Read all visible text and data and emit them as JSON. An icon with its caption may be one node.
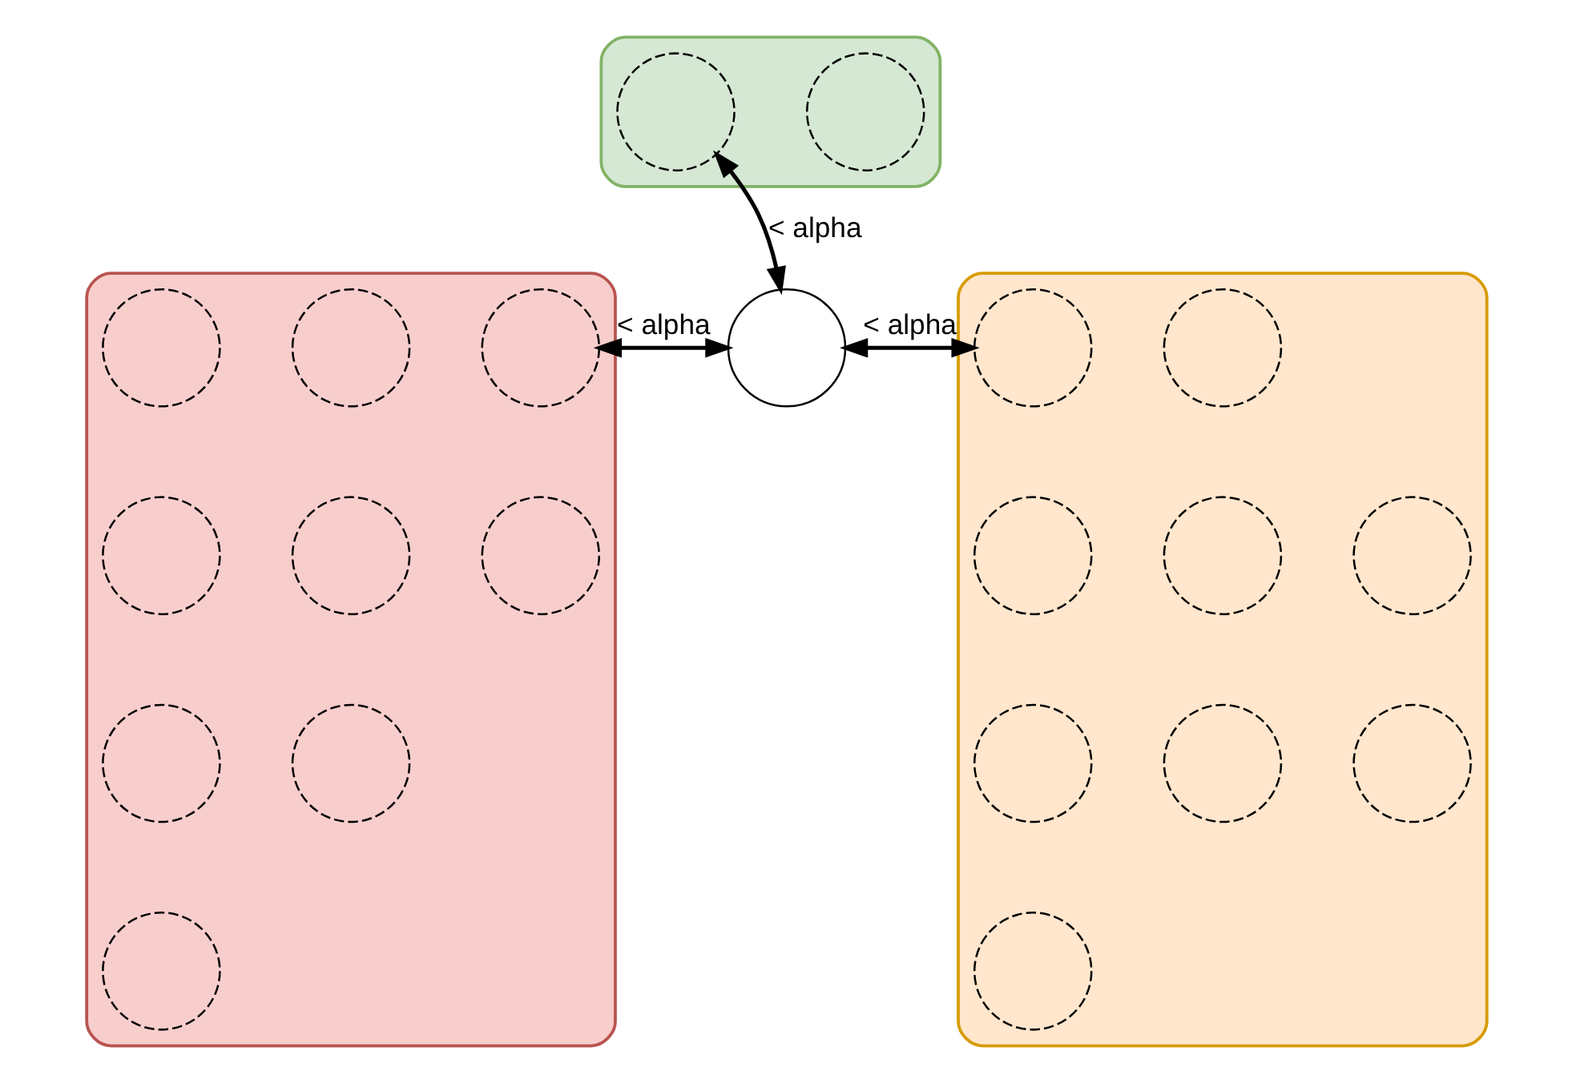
{
  "diagram": {
    "nodes": [
      {
        "text": [],
        "shape": "ellipse"
      },
      {
        "text": [],
        "shape": "circle",
        "in": 0
      },
      {
        "text": [],
        "shape": "circle",
        "in": 0
      },
      {
        "text": [],
        "shape": "ellipse"
      },
      {
        "text": [],
        "shape": "circle",
        "in": 3
      },
      {
        "text": [],
        "shape": "circle",
        "in": 3
      },
      {
        "text": [],
        "shape": "circle",
        "in": 3
      },
      {
        "text": [],
        "shape": "circle",
        "in": 3
      },
      {
        "text": [],
        "shape": "circle",
        "in": 3
      },
      {
        "text": [],
        "shape": "circle",
        "in": 3
      },
      {
        "text": [],
        "shape": "circle",
        "in": 3
      },
      {
        "text": [],
        "shape": "circle",
        "in": 3
      },
      {
        "text": [],
        "shape": "circle",
        "in": 3
      },
      {
        "text": [],
        "shape": "circle"
      },
      {
        "text": [],
        "shape": "ellipse"
      },
      {
        "text": [],
        "shape": "circle",
        "in": 14
      },
      {
        "text": [],
        "shape": "circle",
        "in": 14
      },
      {
        "text": [],
        "shape": "circle",
        "in": 14
      },
      {
        "text": [],
        "shape": "circle",
        "in": 14
      },
      {
        "text": [],
        "shape": "circle",
        "in": 14
      },
      {
        "text": [],
        "shape": "circle",
        "in": 14
      },
      {
        "text": [],
        "shape": "circle",
        "in": 14
      },
      {
        "text": [],
        "shape": "circle",
        "in": 14
      },
      {
        "text": [],
        "shape": "circle",
        "in": 14
      }
    ],
    "edges": [
      {
        "from": 13,
        "to": 1,
        "arrow": "both",
        "label": "< alpha"
      },
      {
        "from": 13,
        "to": 6,
        "arrow": "both",
        "label": "< alpha"
      },
      {
        "from": 13,
        "to": 15,
        "arrow": "both",
        "label": "< alpha"
      }
    ]
  }
}
